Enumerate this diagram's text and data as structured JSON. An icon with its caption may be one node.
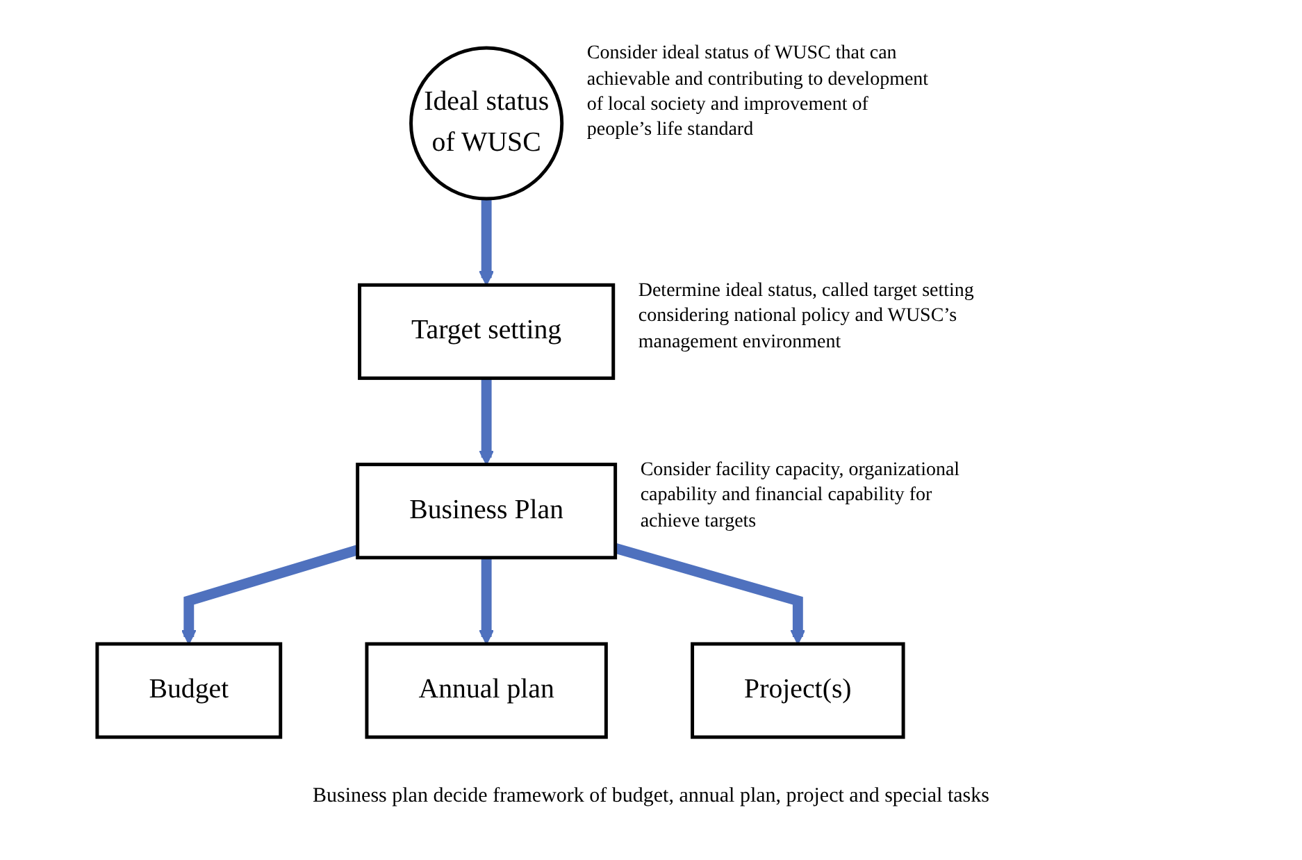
{
  "diagram": {
    "nodes": [
      {
        "text": [
          "Ideal status of WUSC"
        ],
        "beside": [
          "Consider ideal status of WUSC that can achievable and contributing to development of local society and improvement of people’s life standard"
        ]
      },
      {
        "text": [
          "Target setting"
        ],
        "beside": [
          "Determine ideal status, called target setting considering national policy and WUSC’s management environment"
        ]
      },
      {
        "text": [
          "Business Plan"
        ],
        "beside": [
          "Consider facility capacity, organizational capability and financial capability for achieve targets"
        ]
      },
      {
        "text": [
          "Budget"
        ]
      },
      {
        "text": [
          "Annual plan"
        ]
      },
      {
        "text": [
          "Project(s)"
        ]
      }
    ],
    "edges": [
      {
        "from": 0,
        "to": 1,
        "arrow": "to"
      },
      {
        "from": 1,
        "to": 2,
        "arrow": "to"
      },
      {
        "from": 2,
        "to": 3,
        "arrow": "to"
      },
      {
        "from": 2,
        "to": 4,
        "arrow": "to"
      },
      {
        "from": 2,
        "to": 5,
        "arrow": "to"
      }
    ],
    "labels": [
      "Business plan decide framework of budget, annual plan, project and special tasks"
    ]
  }
}
